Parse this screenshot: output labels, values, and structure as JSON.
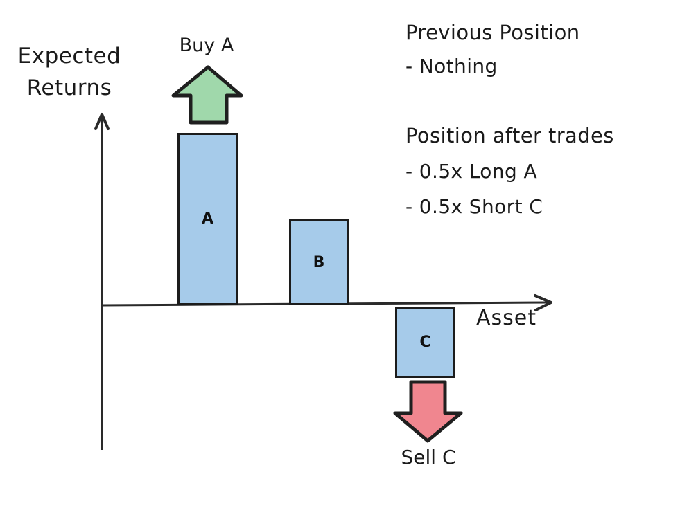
{
  "axis": {
    "y_label_line1": "Expected",
    "y_label_line2": "Returns",
    "x_label": "Asset"
  },
  "chart": {
    "bars": [
      {
        "label": "A"
      },
      {
        "label": "B"
      },
      {
        "label": "C"
      }
    ]
  },
  "annotations": {
    "buy_label": "Buy A",
    "sell_label": "Sell C"
  },
  "notes": {
    "previous_title": "Previous Position",
    "previous_items": [
      "- Nothing"
    ],
    "after_title": "Position after trades",
    "after_items": [
      "- 0.5x Long A",
      "- 0.5x Short C"
    ]
  },
  "colors": {
    "bar_fill": "#a6cbea",
    "bar_border": "#1c1c1c",
    "buy_arrow_fill": "#a0d8ab",
    "sell_arrow_fill": "#f0868f",
    "arrow_outline": "#1f1f1f",
    "axis_stroke": "#2a2a2a",
    "text": "#1a1a1a"
  },
  "chart_data": {
    "type": "bar",
    "categories": [
      "A",
      "B",
      "C"
    ],
    "values": [
      2.5,
      1.25,
      -1.0
    ],
    "title": "",
    "xlabel": "Asset",
    "ylabel": "Expected Returns",
    "ylim": [
      -2,
      3
    ],
    "grid": false,
    "legend": false,
    "annotations": [
      {
        "target": "A",
        "label": "Buy A",
        "direction": "up"
      },
      {
        "target": "C",
        "label": "Sell C",
        "direction": "down"
      }
    ],
    "notes_text": [
      "Previous Position",
      "- Nothing",
      "Position after trades",
      "- 0.5x Long A",
      "- 0.5x Short C"
    ]
  }
}
